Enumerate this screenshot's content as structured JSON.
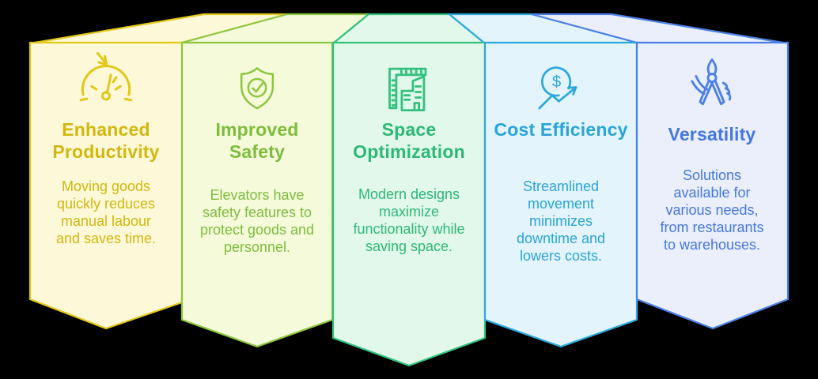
{
  "infographic": {
    "name": "elevator-benefits-banners",
    "background": "#000000"
  },
  "cards": [
    {
      "title": "Enhanced Productivity",
      "description": "Moving goods quickly reduces manual labour and saves time.",
      "icon": "gauge-arrow-icon",
      "accent": "#e2c81b",
      "fill": "#fdf8d7",
      "text_color": "#d2b70f"
    },
    {
      "title": "Improved Safety",
      "description": "Elevators have safety features to protect goods and personnel.",
      "icon": "shield-check-icon",
      "accent": "#8dc63f",
      "fill": "#f5fada",
      "text_color": "#7dbd3c"
    },
    {
      "title": "Space Optimization",
      "description": "Modern designs maximize functionality while saving space.",
      "icon": "ruler-buildings-icon",
      "accent": "#33c17d",
      "fill": "#e1f8ea",
      "text_color": "#2db876"
    },
    {
      "title": "Cost Efficiency",
      "description": "Streamlined movement minimizes downtime and lowers costs.",
      "icon": "coin-growth-arrow-icon",
      "accent": "#2ba8dc",
      "fill": "#e4f4fc",
      "text_color": "#28a4d9"
    },
    {
      "title": "Versatility",
      "description": "Solutions available for various needs, from restaurants to warehouses.",
      "icon": "compass-multitool-icon",
      "accent": "#4d80e6",
      "fill": "#ebeffc",
      "text_color": "#4477e1"
    }
  ]
}
